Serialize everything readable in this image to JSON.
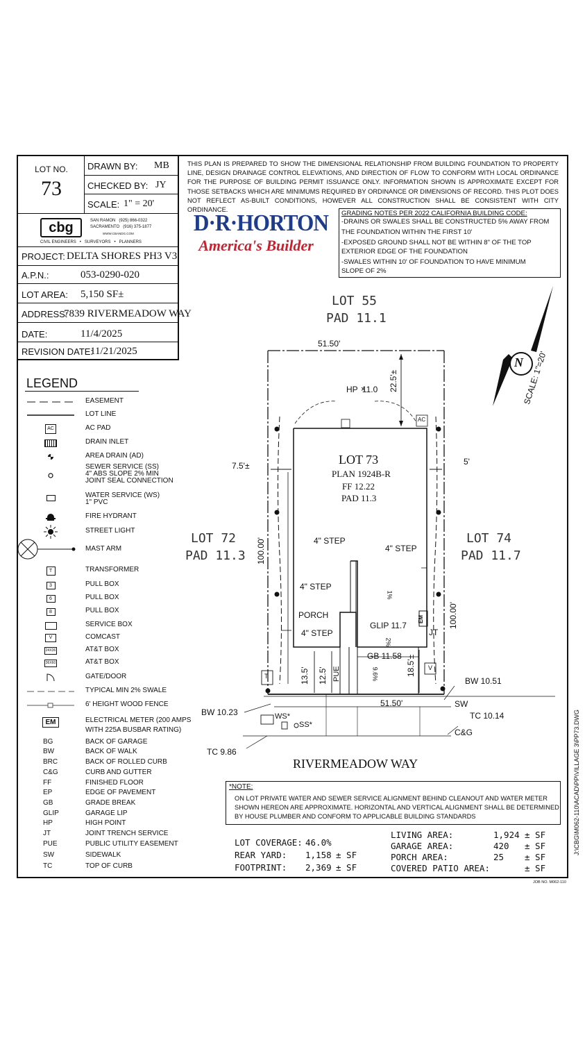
{
  "title_block": {
    "lot_no_label": "LOT NO.",
    "lot_no": "73",
    "drawn_by_label": "DRAWN BY:",
    "drawn_by": "MB",
    "checked_by_label": "CHECKED BY:",
    "checked_by": "JY",
    "scale_label": "SCALE:",
    "scale": "1\" = 20'",
    "project_label": "PROJECT:",
    "project": "DELTA SHORES PH3 V3",
    "apn_label": "A.P.N.:",
    "apn": "053-0290-020",
    "lot_area_label": "LOT AREA:",
    "lot_area": "5,150 SF±",
    "address_label": "ADDRESS:",
    "address": "7839 RIVERMEADOW WAY",
    "date_label": "DATE:",
    "date": "11/4/2025",
    "revision_label": "REVISION DATE:",
    "revision_date": "11/21/2025"
  },
  "cbg": {
    "logo": "cbg",
    "line1_city": "SAN RAMON",
    "line1_phone": "(925) 866-0322",
    "line2_city": "SACRAMENTO",
    "line2_phone": "(916) 375-1877",
    "url": "WWW.CBANDG.COM",
    "tagline": [
      "CIVIL ENGINEERS",
      "SURVEYORS",
      "PLANNERS"
    ]
  },
  "disclaimer": "THIS PLAN IS PREPARED TO SHOW THE DIMENSIONAL RELATIONSHIP FROM BUILDING FOUNDATION TO PROPERTY LINE, DESIGN DRAINAGE CONTROL ELEVATIONS, AND DIRECTION OF FLOW TO CONFORM WITH LOCAL ORDINANCE FOR THE PURPOSE OF BUILDING PERMIT ISSUANCE ONLY. INFORMATION SHOWN IS APPROXIMATE EXCEPT FOR THOSE SETBACKS WHICH ARE MINIMUMS REQUIRED BY ORDINANCE OR DIMENSIONS OF RECORD. THIS PLOT DOES NOT REFLECT AS-BUILT CONDITIONS, HOWEVER ALL CONSTRUCTION SHALL BE CONSISTENT WITH CITY ORDINANCE.",
  "drhorton": {
    "name": "D·R·HORTON",
    "tagline": "America's Builder",
    "brand_color": "#1d3c8c",
    "tag_color": "#c8202f"
  },
  "grading_notes": {
    "title": "GRADING NOTES PER 2022 CALIFORNIA BUILDING CODE:",
    "lines": [
      "-DRAINS OR SWALES SHALL BE CONSTRUCTED 5% AWAY FROM",
      "THE FOUNDATION WITHIN THE FIRST 10'",
      "-EXPOSED GROUND SHALL NOT BE WITHIN 8\" OF THE TOP",
      "EXTERIOR EDGE OF THE FOUNDATION",
      "-SWALES WITHIN 10' OF FOUNDATION TO HAVE MINIMUM",
      "SLOPE OF 2%"
    ]
  },
  "legend": {
    "title": "LEGEND",
    "items": [
      {
        "icon": "dashed-line-icon",
        "label": "EASEMENT"
      },
      {
        "icon": "solid-line-icon",
        "label": "LOT LINE"
      },
      {
        "icon": "ac-pad-icon",
        "label": "AC PAD"
      },
      {
        "icon": "drain-inlet-icon",
        "label": "DRAIN INLET"
      },
      {
        "icon": "area-drain-icon",
        "label": "AREA DRAIN (AD)"
      },
      {
        "icon": "sewer-service-icon",
        "label": "SEWER SERVICE (SS)",
        "label2": "4\" ABS SLOPE 2% MIN",
        "label3": "JOINT SEAL CONNECTION"
      },
      {
        "icon": "water-service-icon",
        "label": "WATER SERVICE (WS)",
        "label2": "1\" PVC"
      },
      {
        "icon": "fire-hydrant-icon",
        "label": "FIRE HYDRANT"
      },
      {
        "icon": "street-light-icon",
        "label": "STREET LIGHT"
      },
      {
        "icon": "mast-arm-icon",
        "label": "MAST ARM"
      },
      {
        "icon": "transformer-icon",
        "label": "TRANSFORMER",
        "symbol": "T"
      },
      {
        "icon": "pull-box-3-icon",
        "label": "PULL BOX",
        "symbol": "3"
      },
      {
        "icon": "pull-box-6-icon",
        "label": "PULL BOX",
        "symbol": "6"
      },
      {
        "icon": "pull-box-8-icon",
        "label": "PULL BOX",
        "symbol": "8"
      },
      {
        "icon": "service-box-icon",
        "label": "SERVICE BOX"
      },
      {
        "icon": "comcast-icon",
        "label": "COMCAST",
        "symbol": "V"
      },
      {
        "icon": "att-box-1-icon",
        "label": "AT&T BOX",
        "symbol": "24X36"
      },
      {
        "icon": "att-box-2-icon",
        "label": "AT&T BOX",
        "symbol": "36X60"
      },
      {
        "icon": "gate-door-icon",
        "label": "GATE/DOOR"
      },
      {
        "icon": "swale-icon",
        "label": "TYPICAL MIN 2% SWALE"
      },
      {
        "icon": "fence-icon",
        "label": "6' HEIGHT WOOD FENCE"
      },
      {
        "icon": "electrical-meter-icon",
        "label": "ELECTRICAL METER (200 AMPS",
        "label2": "WITH 225A BUSBAR RATING)",
        "symbol": "EM"
      }
    ],
    "abbreviations": [
      {
        "abbr": "BG",
        "meaning": "BACK OF GARAGE"
      },
      {
        "abbr": "BW",
        "meaning": "BACK OF WALK"
      },
      {
        "abbr": "BRC",
        "meaning": "BACK OF ROLLED CURB"
      },
      {
        "abbr": "C&G",
        "meaning": "CURB AND GUTTER"
      },
      {
        "abbr": "FF",
        "meaning": "FINISHED FLOOR"
      },
      {
        "abbr": "EP",
        "meaning": "EDGE OF PAVEMENT"
      },
      {
        "abbr": "GB",
        "meaning": "GRADE BREAK"
      },
      {
        "abbr": "GLIP",
        "meaning": "GARAGE LIP"
      },
      {
        "abbr": "HP",
        "meaning": "HIGH POINT"
      },
      {
        "abbr": "JT",
        "meaning": "JOINT TRENCH SERVICE"
      },
      {
        "abbr": "PUE",
        "meaning": "PUBLIC UTILITY EASEMENT"
      },
      {
        "abbr": "SW",
        "meaning": "SIDEWALK"
      },
      {
        "abbr": "TC",
        "meaning": "TOP OF CURB"
      }
    ]
  },
  "site": {
    "lot55": "LOT 55",
    "lot55_pad": "PAD 11.1",
    "lot72": "LOT 72",
    "lot72_pad": "PAD 11.3",
    "lot74": "LOT 74",
    "lot74_pad": "PAD 11.7",
    "lot_label": "LOT 73",
    "plan": "PLAN 1924B-R",
    "ff": "FF 12.22",
    "pad": "PAD 11.3",
    "top_width": "51.50'",
    "bottom_width": "51.50'",
    "left_depth": "100.00'",
    "right_depth": "100.00'",
    "rear_setback": "22.5'±",
    "left_setback": "7.5'±",
    "right_setback": "5'",
    "hp": "HP",
    "hp_value": "11.0",
    "step_1": "4\" STEP",
    "step_2": "4\" STEP",
    "step_3": "4\" STEP",
    "step_4": "4\" STEP",
    "porch": "PORCH",
    "glip": "GLIP 11.7",
    "gb": "GB 11.58",
    "slope_1": "1%",
    "slope_2": "2%",
    "slope_3": "9.6%",
    "em": "EM",
    "jt": "JT",
    "ac": "AC",
    "t": "T",
    "v": "V",
    "dim_135": "13.5'",
    "dim_125": "12.5'",
    "pue": "PUE",
    "dim_185": "18.5'±",
    "bw_right": "BW 10.51",
    "bw_left": "BW 10.23",
    "sw": "SW",
    "tc_right": "TC 10.14",
    "cg": "C&G",
    "tc_left": "TC 9.86",
    "ws": "WS*",
    "ss": "SS*",
    "street": "RIVERMEADOW WAY",
    "north": "N",
    "scale": "SCALE: 1\"=20'"
  },
  "footnote": {
    "title": "*NOTE:",
    "text": "ON LOT PRIVATE WATER AND SEWER SERVICE ALIGNMENT BEHIND CLEANOUT AND WATER METER SHOWN HEREON ARE APPROXIMATE. HORIZONTAL AND VERTICAL ALIGNMENT SHALL BE DETERMINED BY HOUSE PLUMBER AND CONFORM TO APPLICABLE BUILDING STANDARDS"
  },
  "stats": {
    "coverage_label": "LOT COVERAGE:",
    "coverage": "46.0%",
    "rear_label": "REAR YARD:",
    "rear": "1,158",
    "footprint_label": "FOOTPRINT:",
    "footprint": "2,369",
    "living_label": "LIVING AREA:",
    "living": "1,924",
    "garage_label": "GARAGE AREA:",
    "garage": "420",
    "porch_label": "PORCH AREA:",
    "porch": "25",
    "patio_label": "COVERED PATIO AREA:",
    "patio": "",
    "unit": "± SF"
  },
  "side_path": "J:\\CBG\\M062-110\\ACAD\\PP\\VILLAGE 3\\PP73.DWG",
  "job_no": "JOB NO. M062-110"
}
